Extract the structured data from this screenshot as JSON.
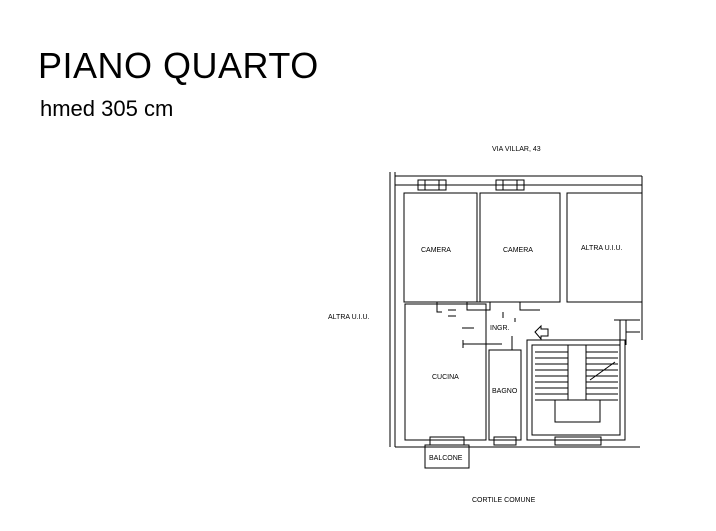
{
  "header": {
    "title": "PIANO QUARTO",
    "subtitle": "hmed 305 cm"
  },
  "labels": {
    "street": "VIA VILLAR, 43",
    "courtyard": "CORTILE COMUNE",
    "neighbor_left": "ALTRA U.I.U.",
    "neighbor_top_right": "ALTRA U.I.U."
  },
  "rooms": {
    "bedroom_1": "CAMERA",
    "bedroom_2": "CAMERA",
    "entrance": "INGR.",
    "kitchen": "CUCINA",
    "bathroom": "BAGNO",
    "balcony": "BALCONE"
  }
}
